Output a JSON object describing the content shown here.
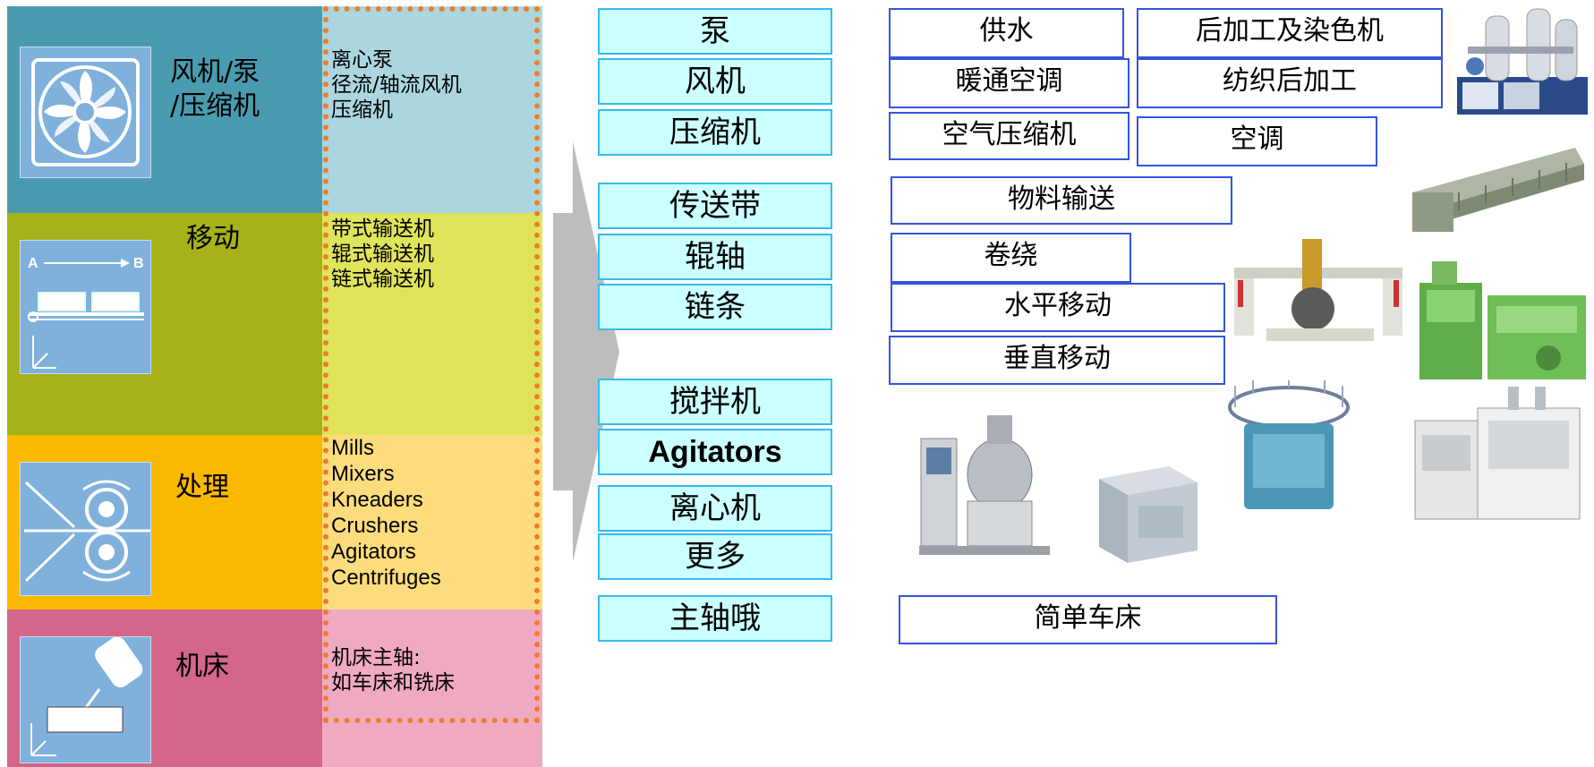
{
  "categories": [
    {
      "id": "fans",
      "label": "风机/泵\n/压缩机",
      "items": "离心泵\n径流/轴流风机\n压缩机",
      "icon": "fan-icon",
      "color": "#4a9bb0",
      "sub_color": "#abd6e0"
    },
    {
      "id": "move",
      "label": "移动",
      "items": "带式输送机\n辊式输送机\n链式输送机",
      "icon": "conveyor-icon",
      "color": "#a5b21a",
      "sub_color": "#e0e45a"
    },
    {
      "id": "process",
      "label": "处理",
      "items": "Mills\nMixers\nKneaders\nCrushers\nAgitators\nCentrifuges",
      "icon": "rollers-icon",
      "color": "#fbb800",
      "sub_color": "#fddc7d"
    },
    {
      "id": "machine_tools",
      "label": "机床",
      "items": "机床主轴:\n如车床和铣床",
      "icon": "spindle-icon",
      "color": "#d3668a",
      "sub_color": "#f0a9c3"
    }
  ],
  "middle": [
    "泵",
    "风机",
    "压缩机",
    "传送带",
    "辊轴",
    "链条",
    "搅拌机",
    "Agitators",
    "离心机",
    "更多",
    "主轴哦"
  ],
  "applications": {
    "water_supply": "供水",
    "post_dye": "后加工及染色机",
    "hvac": "暖通空调",
    "textile_post": "纺织后加工",
    "air_compressor": "空气压缩机",
    "air_con": "空调",
    "material_transport": "物料输送",
    "winding": "卷绕",
    "horizontal_move": "水平移动",
    "vertical_move": "垂直移动",
    "simple_lathe": "简单车床"
  },
  "colors": {
    "middle_fill": "#ccffff",
    "middle_border": "#33bbee",
    "app_border": "#3355dd",
    "dotted": "#f07c28",
    "arrow": "#bdbdbd"
  }
}
